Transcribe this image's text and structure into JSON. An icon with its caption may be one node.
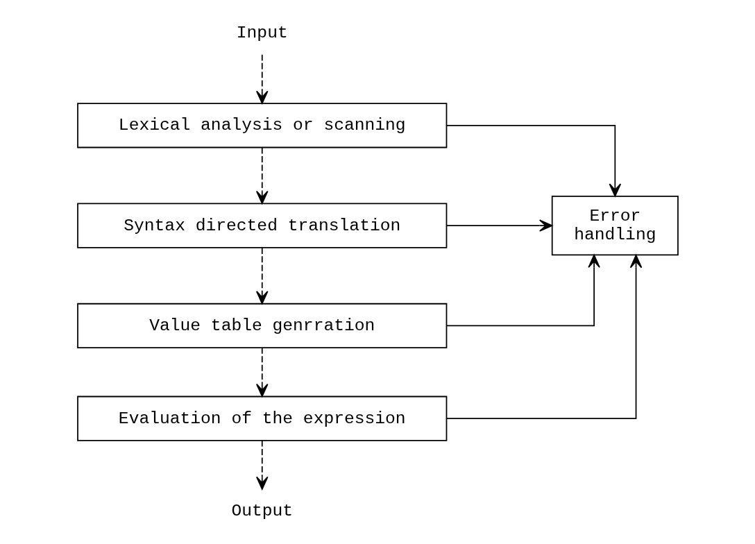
{
  "diagram": {
    "nodes": [
      {
        "text": [
          "Input"
        ]
      },
      {
        "text": [
          "Lexical analysis or scanning"
        ]
      },
      {
        "text": [
          "Syntax directed translation"
        ]
      },
      {
        "text": [
          "Value table genrration"
        ]
      },
      {
        "text": [
          "Evaluation of the expression"
        ]
      },
      {
        "text": [
          "Output"
        ]
      },
      {
        "text": [
          "Error handling"
        ]
      }
    ],
    "edges": [
      {
        "from": 0,
        "to": 1,
        "arrow": "to",
        "style": "dashed"
      },
      {
        "from": 1,
        "to": 2,
        "arrow": "to",
        "style": "dashed"
      },
      {
        "from": 2,
        "to": 3,
        "arrow": "to",
        "style": "dashed"
      },
      {
        "from": 3,
        "to": 4,
        "arrow": "to",
        "style": "dashed"
      },
      {
        "from": 4,
        "to": 5,
        "arrow": "to",
        "style": "dashed"
      },
      {
        "from": 1,
        "to": 6,
        "arrow": "to"
      },
      {
        "from": 2,
        "to": 6,
        "arrow": "to"
      },
      {
        "from": 3,
        "to": 6,
        "arrow": "to"
      },
      {
        "from": 4,
        "to": 6,
        "arrow": "to"
      }
    ]
  }
}
